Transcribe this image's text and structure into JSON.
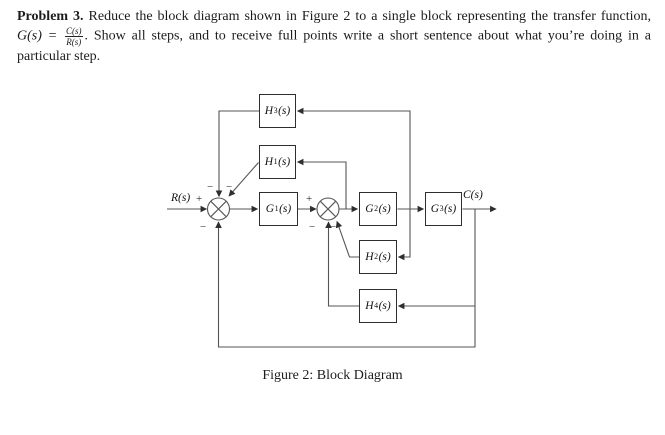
{
  "problem": {
    "label": "Problem 3.",
    "seg1": " Reduce the block diagram shown in Figure 2 to a single block representing the transfer function, ",
    "eq_lhs": "G(s) = ",
    "frac_num": "C(s)",
    "frac_den": "R(s)",
    "seg2": ". Show all steps, and to receive full points write a short sentence about what you’re doing in a particular step."
  },
  "diagram": {
    "input_label": "R(s)",
    "output_label": "C(s)",
    "blocks": [
      {
        "id": "H3",
        "letter": "H",
        "sub": "3",
        "arg": "(s)"
      },
      {
        "id": "H1",
        "letter": "H",
        "sub": "1",
        "arg": "(s)"
      },
      {
        "id": "G1",
        "letter": "G",
        "sub": "1",
        "arg": "(s)"
      },
      {
        "id": "G2",
        "letter": "G",
        "sub": "2",
        "arg": "(s)"
      },
      {
        "id": "G3",
        "letter": "G",
        "sub": "3",
        "arg": "(s)"
      },
      {
        "id": "H2",
        "letter": "H",
        "sub": "2",
        "arg": "(s)"
      },
      {
        "id": "H4",
        "letter": "H",
        "sub": "4",
        "arg": "(s)"
      }
    ],
    "signs": {
      "sum1_plus": "+",
      "sum1_minus_top_left": "−",
      "sum1_minus_top_right": "−",
      "sum1_minus_bottom": "−",
      "sum2_plus": "+",
      "sum2_minus_bottom_left": "−",
      "sum2_minus_bottom_right": "−"
    },
    "line_color": "#555555",
    "block_border_color": "#2e2e2e"
  },
  "caption": "Figure 2: Block Diagram"
}
